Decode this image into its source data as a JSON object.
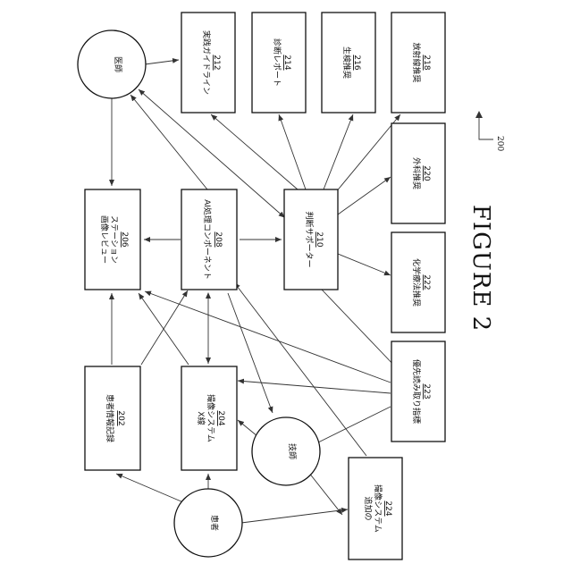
{
  "figure_label": "FIGURE 2",
  "reference_number": "200",
  "nodes": {
    "physician": {
      "label": "医師"
    },
    "practice_guidelines": {
      "label": "実践ガイドライン",
      "number": "212"
    },
    "diagnostic_report": {
      "label": "診断レポート",
      "number": "214"
    },
    "biopsy_recommendation": {
      "label": "生検推奨",
      "number": "216"
    },
    "radiation_recommendation": {
      "label": "放射線推奨",
      "number": "218"
    },
    "surgical_recommendation": {
      "label": "外科推奨",
      "number": "220"
    },
    "chemotherapy_recommendation": {
      "label": "化学療法推奨",
      "number": "222"
    },
    "priority_reading_indicator": {
      "label": "優先読み取り指標",
      "number": "223"
    },
    "image_review_station": {
      "label_line1": "画像レビュー",
      "label_line2": "ステーション",
      "number": "206"
    },
    "ai_processing_component": {
      "label": "AI処理コンポーネント",
      "number": "208"
    },
    "decision_support": {
      "label": "判断サポーター",
      "number": "210"
    },
    "patient_record": {
      "label": "患者情報記録",
      "number": "202"
    },
    "xray_imaging_system": {
      "label_line1": "X線",
      "label_line2": "撮像システム",
      "number": "204"
    },
    "technician": {
      "label": "技師"
    },
    "additional_imaging_system": {
      "label_line1": "追加の",
      "label_line2": "撮像システム",
      "number": "224"
    },
    "patient": {
      "label": "患者"
    }
  }
}
